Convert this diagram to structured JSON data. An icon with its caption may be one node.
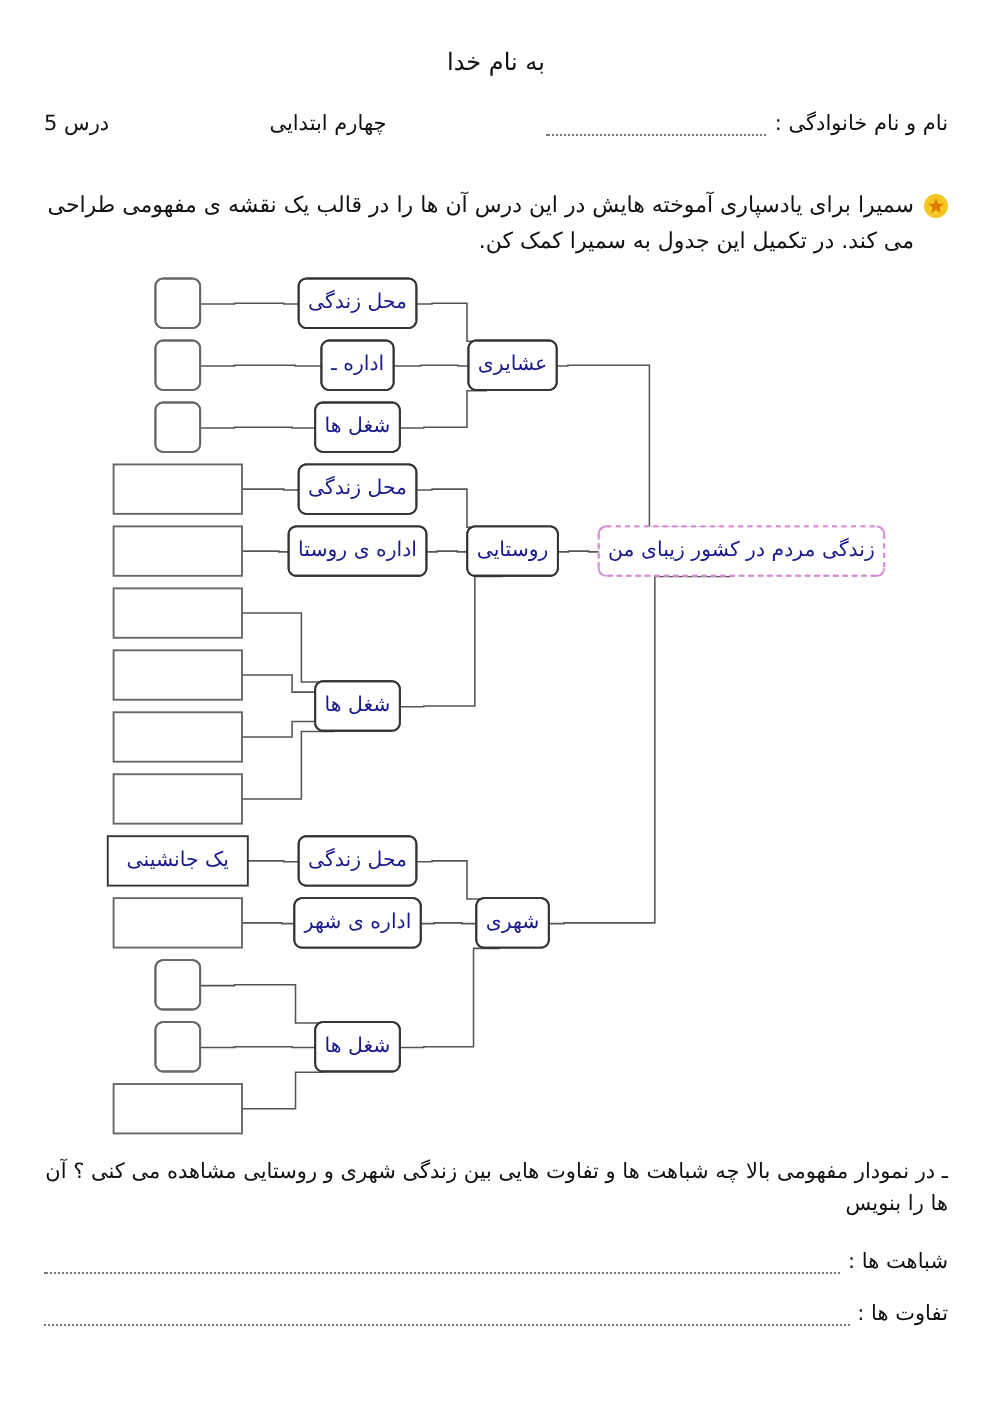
{
  "diagram": {
    "title": "به نام خدا",
    "nodes": [
      {
        "text": [
          "زندگی مردم در کشور زیبای من"
        ]
      },
      {
        "text": [
          "عشایری"
        ]
      },
      {
        "text": [
          "محل زندگی"
        ]
      },
      {
        "text": [
          "اداره ـ"
        ]
      },
      {
        "text": [
          "شغل ها"
        ]
      },
      {
        "text": [],
        "shape": "box"
      },
      {
        "text": [],
        "shape": "box"
      },
      {
        "text": [],
        "shape": "box"
      },
      {
        "text": [
          "روستایی"
        ]
      },
      {
        "text": [
          "محل زندگی"
        ]
      },
      {
        "text": [
          "اداره ی روستا"
        ]
      },
      {
        "text": [],
        "shape": "box"
      },
      {
        "text": [],
        "shape": "box"
      },
      {
        "text": [
          "شغل ها"
        ]
      },
      {
        "text": [],
        "shape": "box"
      },
      {
        "text": [],
        "shape": "box"
      },
      {
        "text": [],
        "shape": "box"
      },
      {
        "text": [],
        "shape": "box"
      },
      {
        "text": [
          "شهری"
        ]
      },
      {
        "text": [
          "محل زندگی"
        ]
      },
      {
        "text": [
          "یک جانشینی"
        ]
      },
      {
        "text": [
          "اداره ی شهر"
        ]
      },
      {
        "text": [],
        "shape": "box"
      },
      {
        "text": [
          "شغل ها"
        ]
      },
      {
        "text": [],
        "shape": "box"
      },
      {
        "text": [],
        "shape": "box"
      },
      {
        "text": [],
        "shape": "box"
      }
    ],
    "edges": [
      {
        "from": 0,
        "to": 1,
        "arrow": "none"
      },
      {
        "from": 0,
        "to": 8,
        "arrow": "none"
      },
      {
        "from": 0,
        "to": 18,
        "arrow": "none"
      },
      {
        "from": 1,
        "to": 2,
        "arrow": "none"
      },
      {
        "from": 1,
        "to": 3,
        "arrow": "none"
      },
      {
        "from": 1,
        "to": 4,
        "arrow": "none"
      },
      {
        "from": 2,
        "to": 5,
        "arrow": "none"
      },
      {
        "from": 3,
        "to": 6,
        "arrow": "none"
      },
      {
        "from": 4,
        "to": 7,
        "arrow": "none"
      },
      {
        "from": 8,
        "to": 9,
        "arrow": "none"
      },
      {
        "from": 8,
        "to": 10,
        "arrow": "none"
      },
      {
        "from": 8,
        "to": 13,
        "arrow": "none"
      },
      {
        "from": 9,
        "to": 11,
        "arrow": "none"
      },
      {
        "from": 10,
        "to": 12,
        "arrow": "none"
      },
      {
        "from": 13,
        "to": 14,
        "arrow": "none"
      },
      {
        "from": 13,
        "to": 15,
        "arrow": "none"
      },
      {
        "from": 13,
        "to": 16,
        "arrow": "none"
      },
      {
        "from": 13,
        "to": 17,
        "arrow": "none"
      },
      {
        "from": 18,
        "to": 19,
        "arrow": "none"
      },
      {
        "from": 18,
        "to": 21,
        "arrow": "none"
      },
      {
        "from": 18,
        "to": 23,
        "arrow": "none"
      },
      {
        "from": 19,
        "to": 20,
        "arrow": "none"
      },
      {
        "from": 21,
        "to": 22,
        "arrow": "none"
      },
      {
        "from": 23,
        "to": 24,
        "arrow": "none"
      },
      {
        "from": 23,
        "to": 25,
        "arrow": "none"
      },
      {
        "from": 23,
        "to": 26,
        "arrow": "none"
      }
    ],
    "labels": [
      "نام و نام خانوادگی :",
      "چهارم ابتدایی",
      "درس 5",
      "سمیرا برای یادسپاری آموخته هایش در این درس آن ها را در قالب یک نقشه ی مفهومی طراحی می کند. در تکمیل این جدول به سمیرا کمک کن.",
      "ـ در نمودار مفهومی بالا چه شباهت ها و تفاوت هایی بین زندگی شهری و روستایی مشاهده می کنی ؟ آن ها را بنویس",
      "شباهت ها :",
      "تفاوت ها :"
    ]
  }
}
